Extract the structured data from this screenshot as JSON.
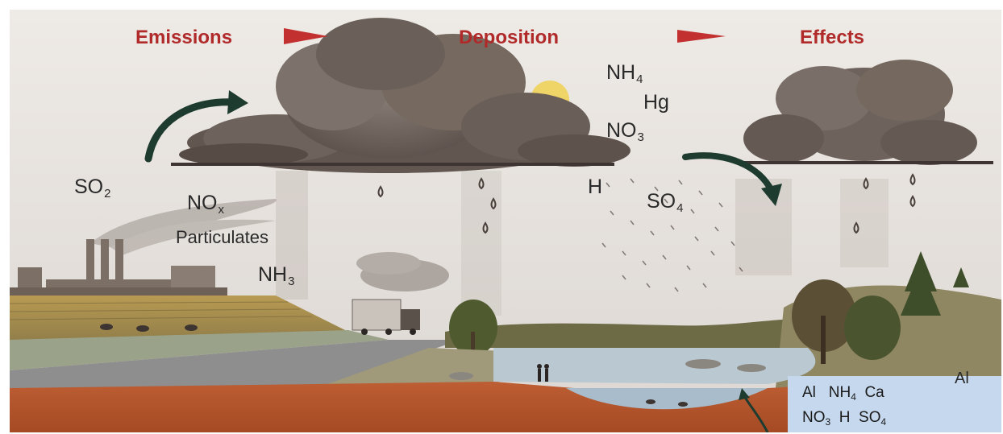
{
  "process_headings": {
    "emissions": "Emissions",
    "deposition": "Deposition",
    "effects": "Effects"
  },
  "pollutants": {
    "so2": {
      "base": "SO",
      "sub": "2"
    },
    "nox": {
      "base": "NO",
      "sub": "x"
    },
    "particulates": "Particulates",
    "nh3": {
      "base": "NH",
      "sub": "3"
    }
  },
  "cloud_chemicals": {
    "nh4": {
      "base": "NH",
      "sub": "4"
    },
    "hg": "Hg",
    "no3": {
      "base": "NO",
      "sub": "3"
    }
  },
  "rain_chemicals": {
    "h": "H",
    "so4": {
      "base": "SO",
      "sub": "4"
    }
  },
  "soil_label": "Al",
  "soil_box": {
    "row1": {
      "al": "Al",
      "nh4": {
        "base": "NH",
        "sub": "4"
      },
      "ca": "Ca"
    },
    "row2": {
      "no3": {
        "base": "NO",
        "sub": "3"
      },
      "h": "H",
      "so4": {
        "base": "SO",
        "sub": "4"
      }
    }
  },
  "colors": {
    "heading_red": "#b02a2a",
    "arrow_red": "#c23030",
    "flow_arrow": "#1e3b30",
    "soil": "#b5562c",
    "lake": "#b9c8d1",
    "box_fill": "#c6d8ee"
  }
}
